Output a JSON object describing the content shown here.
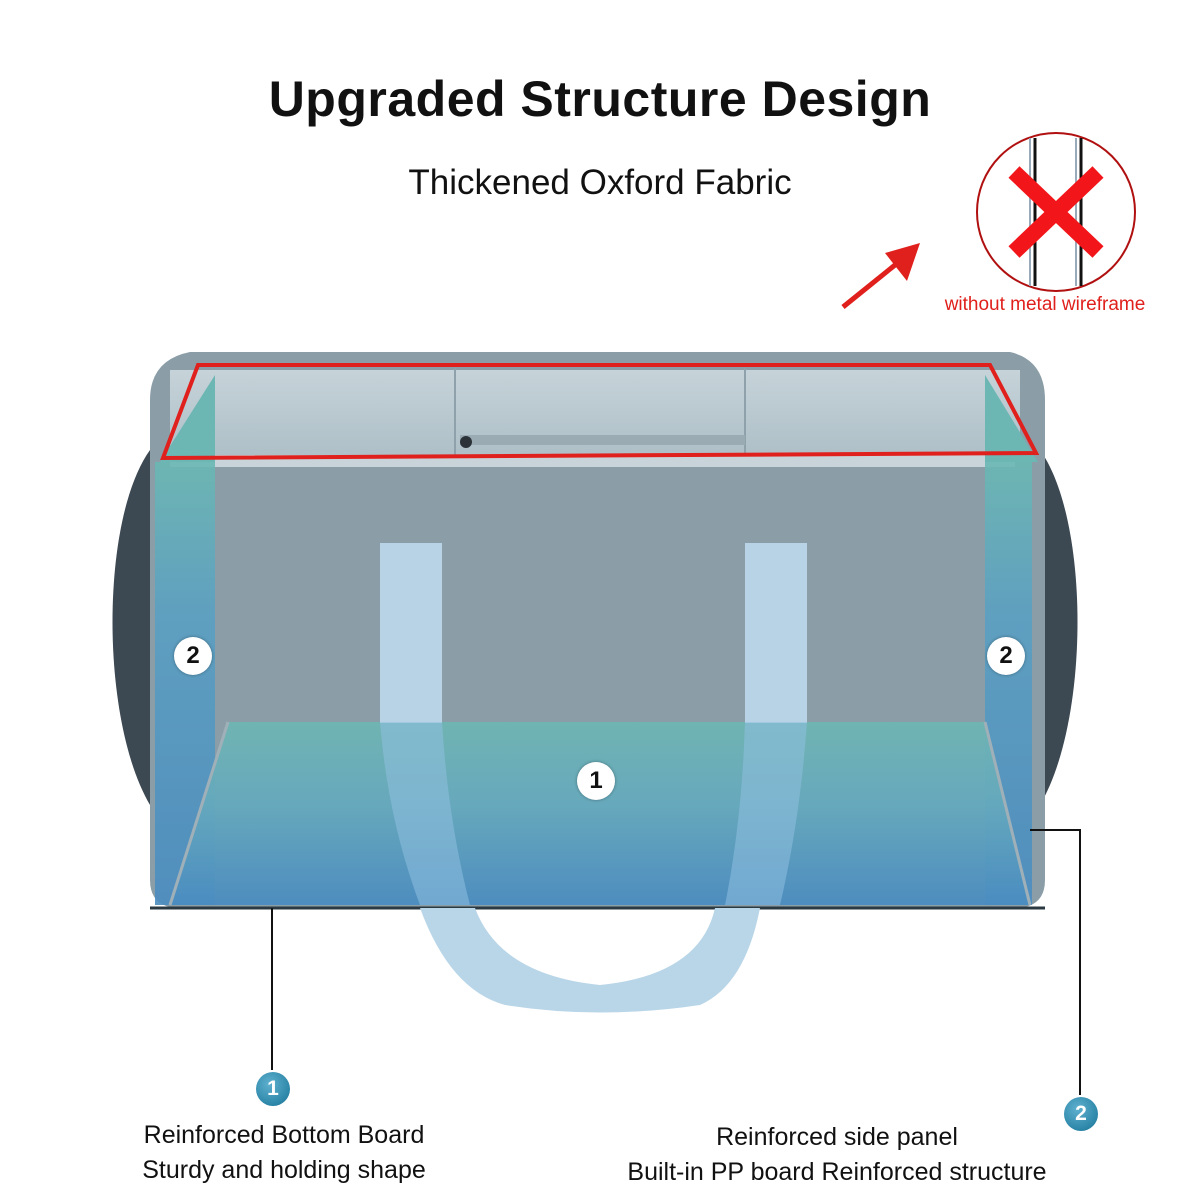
{
  "header": {
    "title": "Upgraded Structure Design",
    "subtitle": "Thickened Oxford Fabric"
  },
  "callout": {
    "icon": "no-metal-wireframe-icon",
    "label": "without metal wireframe",
    "color": "#e0201c"
  },
  "markers": {
    "bottom_board_number": "1",
    "side_panel_left_number": "2",
    "side_panel_right_number": "2"
  },
  "features": [
    {
      "number": "1",
      "title": "Reinforced Bottom Board",
      "description": "Sturdy and holding shape"
    },
    {
      "number": "2",
      "title": "Reinforced side panel",
      "description": "Built-in PP board Reinforced structure"
    }
  ],
  "colors": {
    "bag_gray": "#8b9ea8",
    "highlight_teal": "#6fb5b3",
    "highlight_blue": "#4d8fc0",
    "handle": "#b9d6e8",
    "outline_red": "#e0201c",
    "number_badge": "#2c86a8"
  }
}
